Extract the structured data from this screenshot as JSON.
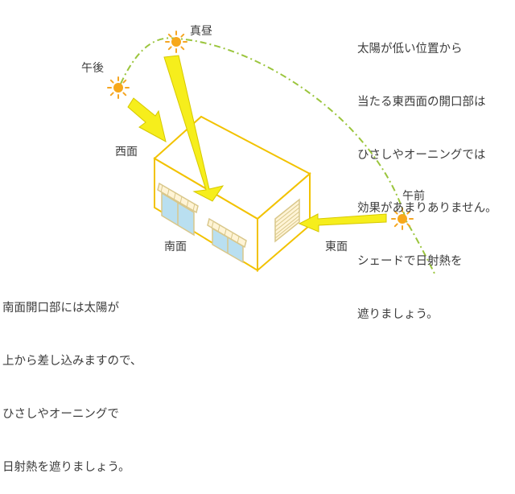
{
  "notes": {
    "east_lines": [
      "太陽が低い位置から",
      "当たる東西面の開口部は",
      "ひさしやオーニングでは",
      "効果があまりありません。",
      "シェードで日射熱を",
      "遮りましょう。"
    ],
    "south_lines": [
      "南面開口部には太陽が",
      "上から差し込みますので、",
      "ひさしやオーニングで",
      "日射熱を遮りましょう。"
    ]
  },
  "sun_labels": {
    "noon": "真昼",
    "afternoon": "午後",
    "morning": "午前"
  },
  "faces": {
    "west": "西面",
    "south": "南面",
    "east": "東面"
  },
  "colors": {
    "sun_core": "#f7a81b",
    "sun_ray": "#f5a623",
    "arrow_fill": "#f6ee1c",
    "arrow_stroke": "#d6c800",
    "house_stroke": "#f2c200",
    "window_glass": "#b9dff0",
    "window_frame": "#d9c78a",
    "path_dash": "#9bc53d"
  }
}
